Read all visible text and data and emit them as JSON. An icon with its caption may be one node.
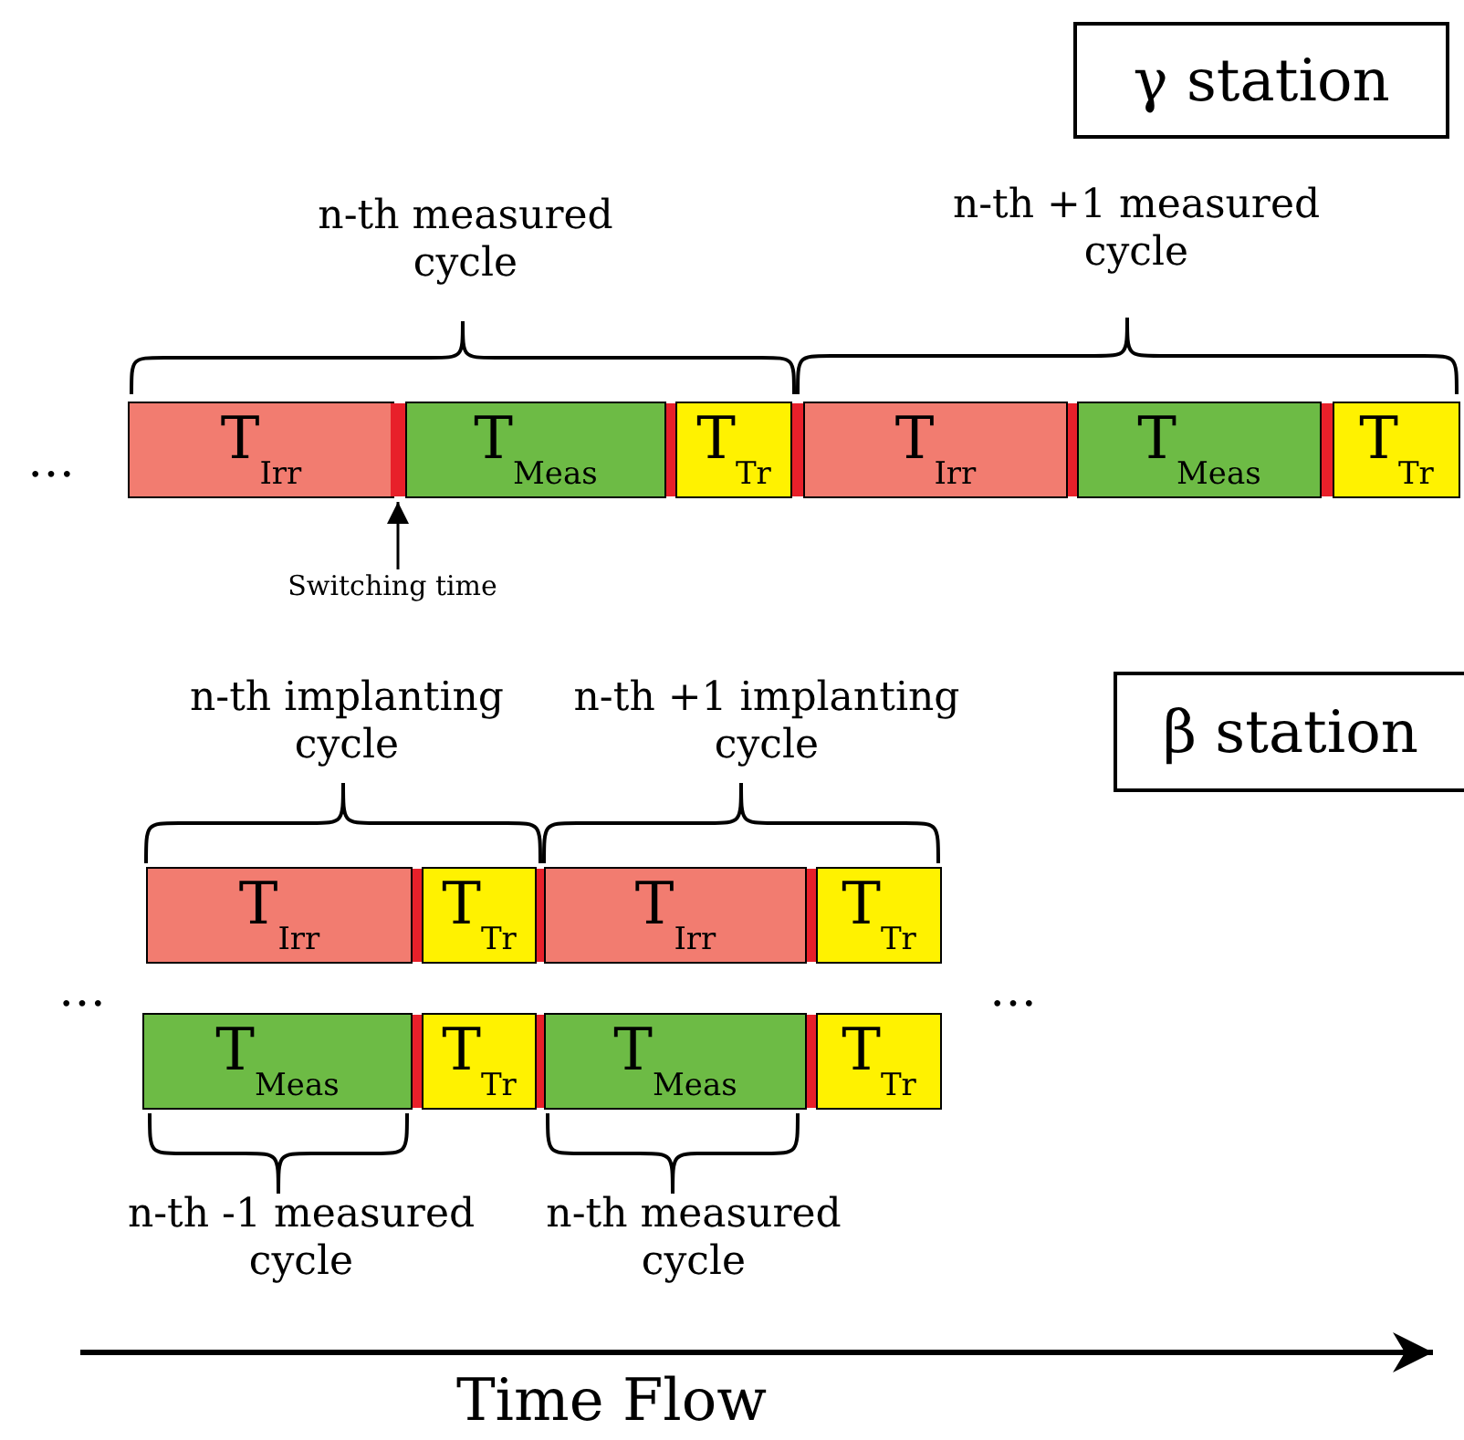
{
  "diagram": {
    "nodes": [
      {
        "text": [
          "γ station"
        ]
      },
      {
        "text": [
          "T$_{Irr}$"
        ]
      },
      {
        "text": [
          "T$_{Meas}$"
        ]
      },
      {
        "text": [
          "T$_{Tr}$"
        ]
      },
      {
        "text": [
          "T$_{Irr}$"
        ]
      },
      {
        "text": [
          "T$_{Meas}$"
        ]
      },
      {
        "text": [
          "T$_{Tr}$"
        ]
      },
      {
        "text": [
          "Switching time"
        ]
      },
      {
        "text": [],
        "shape": "bar"
      },
      {
        "text": [
          "β station"
        ]
      },
      {
        "text": [
          "T$_{Irr}$"
        ]
      },
      {
        "text": [
          "T$_{Tr}$"
        ]
      },
      {
        "text": [
          "T$_{Irr}$"
        ]
      },
      {
        "text": [
          "T$_{Tr}$"
        ]
      },
      {
        "text": [
          "T$_{Meas}$"
        ]
      },
      {
        "text": [
          "T$_{Tr}$"
        ]
      },
      {
        "text": [
          "T$_{Meas}$"
        ]
      },
      {
        "text": [
          "T$_{Tr}$"
        ]
      }
    ],
    "edges": [
      {
        "from": 7,
        "to": 8,
        "arrow": "to"
      }
    ],
    "labels": [
      "n-th measured cycle",
      "n-th +1 measured cycle",
      "…",
      "n-th implanting cycle",
      "n-th +1 implanting cycle",
      "…",
      "…",
      "n-th -1 measured cycle",
      "n-th measured cycle",
      "Time Flow"
    ]
  }
}
